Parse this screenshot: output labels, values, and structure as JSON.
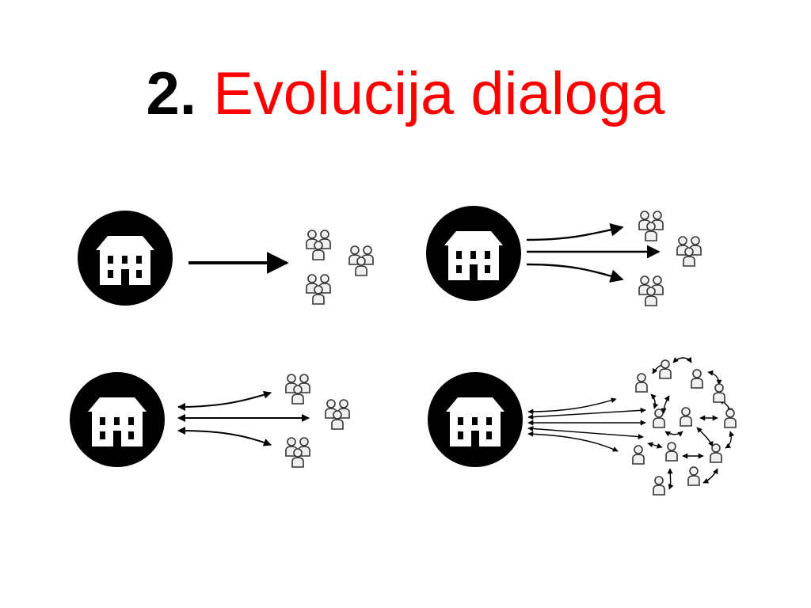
{
  "slide": {
    "title_number": "2.",
    "title_text": "Evolucija dialoga"
  },
  "colors": {
    "number": "#000000",
    "title": "#ff0000",
    "building": "#000000",
    "people_fill": "#f0f0f0",
    "people_stroke": "#333333"
  },
  "panels": [
    {
      "name": "panel-one-way",
      "stage": 1,
      "mode": "one-way broadcast"
    },
    {
      "name": "panel-multi-way",
      "stage": 2,
      "mode": "multiple one-way channels"
    },
    {
      "name": "panel-two-way",
      "stage": 3,
      "mode": "two-way dialogue"
    },
    {
      "name": "panel-network",
      "stage": 4,
      "mode": "networked dialogue between people"
    }
  ]
}
